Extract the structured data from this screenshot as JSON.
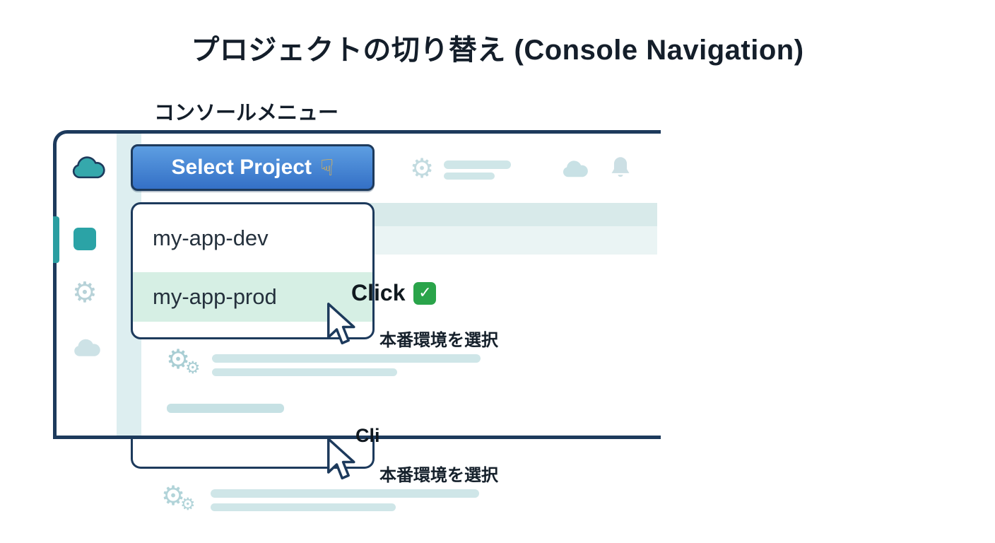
{
  "page": {
    "title": "プロジェクトの切り替え (Console Navigation)",
    "console_label": "コンソールメニュー"
  },
  "console": {
    "select_button": {
      "label": "Select Project"
    },
    "dropdown_items": [
      {
        "label": "my-app-dev",
        "highlighted": false
      },
      {
        "label": "my-app-prod",
        "highlighted": true
      }
    ],
    "annotation": {
      "click": "Click",
      "caption": "本番環境を選択"
    }
  },
  "artifact": {
    "partial_text": "Cli",
    "caption": "本番環境を選択"
  },
  "icons": {
    "gear": "⚙",
    "check": "✓",
    "pointing_down": "☟"
  },
  "colors": {
    "frame_border": "#1d3a5c",
    "button_blue_top": "#5d9ee2",
    "button_blue_bottom": "#3470c6",
    "sidebar_teal": "#2ba3a6",
    "highlight_mint": "#d6efe4",
    "placeholder_teal": "#cfe6e8",
    "check_green": "#2aa44a",
    "hand_yellow": "#f3b93f"
  }
}
